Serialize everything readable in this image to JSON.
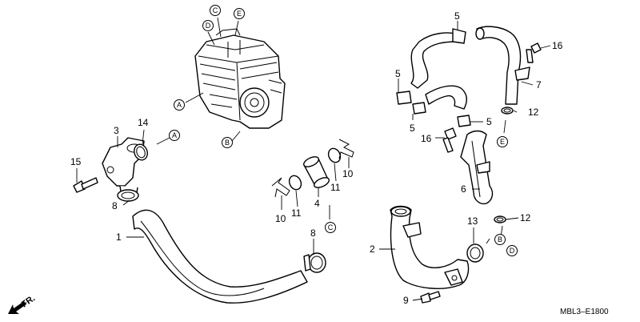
{
  "callouts": {
    "n1": "1",
    "n2": "2",
    "n3": "3",
    "n4": "4",
    "n5a": "5",
    "n5b": "5",
    "n5c": "5",
    "n5d": "5",
    "n6": "6",
    "n7": "7",
    "n8a": "8",
    "n8b": "8",
    "n9": "9",
    "n10a": "10",
    "n10b": "10",
    "n11a": "11",
    "n11b": "11",
    "n12a": "12",
    "n12b": "12",
    "n13": "13",
    "n14": "14",
    "n15": "15",
    "n16a": "16",
    "n16b": "16"
  },
  "references": {
    "a_engine": "A",
    "a_hose": "A",
    "b_engine": "B",
    "b_pipe": "B",
    "c_top": "C",
    "c_mid": "C",
    "d_top": "D",
    "d_pipe": "D",
    "e_top": "E",
    "e_pipe": "E"
  },
  "footer": {
    "direction": "FR.",
    "diagram_code": "MBL3–E1800"
  }
}
